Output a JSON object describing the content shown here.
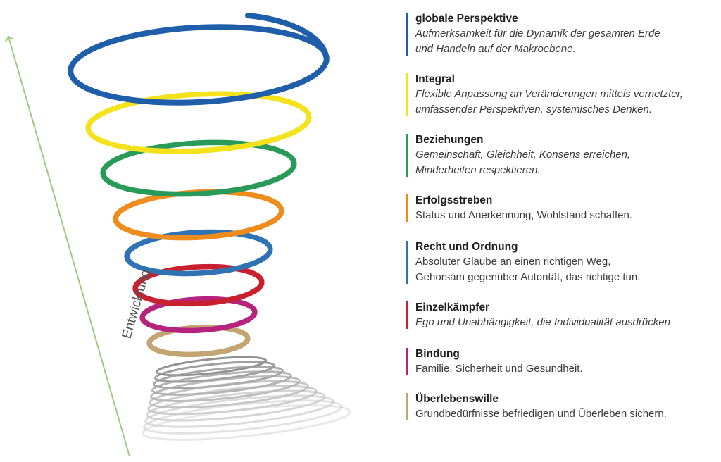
{
  "axis": {
    "label": "Entwicklung",
    "color": "#9ecb7f"
  },
  "stages": [
    {
      "id": "global",
      "title": "globale Perspektive",
      "lines": [
        "Aufmerksamkeit für die Dynamik der gesamten Erde",
        "und Handeln auf der Makroebene."
      ],
      "italic": true,
      "color": "#1f5ea8"
    },
    {
      "id": "integral",
      "title": "Integral",
      "lines": [
        "Flexible Anpassung an Veränderungen mittels vernetzter,",
        "umfassender Perspektiven, systemisches Denken."
      ],
      "italic": true,
      "color": "#f4e21c"
    },
    {
      "id": "beziehungen",
      "title": "Beziehungen",
      "lines": [
        "Gemeinschaft, Gleichheit, Konsens erreichen,",
        "Minderheiten respektieren."
      ],
      "italic": true,
      "color": "#2a9a5a"
    },
    {
      "id": "erfolg",
      "title": "Erfolgsstreben",
      "lines": [
        "Status und Anerkennung, Wohlstand schaffen."
      ],
      "italic": false,
      "color": "#ef8c1e"
    },
    {
      "id": "recht",
      "title": "Recht und Ordnung",
      "lines": [
        "Absoluter Glaube an einen richtigen Weg,",
        "Gehorsam gegenüber Autorität, das richtige tun."
      ],
      "italic": false,
      "color": "#2f73b5"
    },
    {
      "id": "einzel",
      "title": "Einzelkämpfer",
      "lines": [
        "Ego und Unabhängigkeit, die Individualität ausdrücken"
      ],
      "italic": true,
      "color": "#c8202e"
    },
    {
      "id": "bindung",
      "title": "Bindung",
      "lines": [
        "Familie, Sicherheit und Gesundheit."
      ],
      "italic": false,
      "color": "#b7247e"
    },
    {
      "id": "ueberleben",
      "title": "Überlebenswille",
      "lines": [
        "Grundbedürfnisse befriedigen und Überleben sichern."
      ],
      "italic": false,
      "color": "#c3a574"
    }
  ]
}
